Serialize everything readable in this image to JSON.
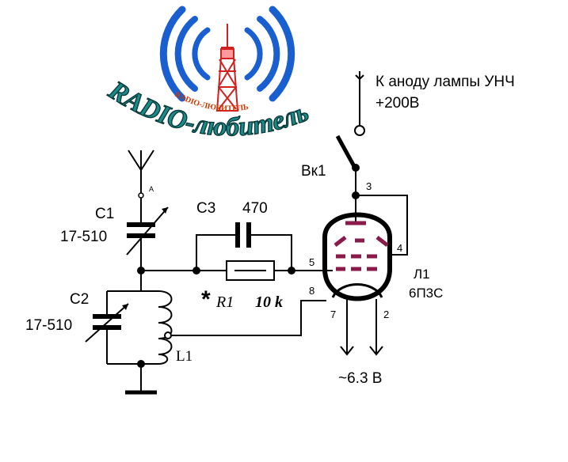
{
  "logo": {
    "brand_text": "RADIO-любитель",
    "small_text": "RADIO-ЛЮБИТЕЛЬ",
    "colors": {
      "waves": "#1a5fd0",
      "tower": "#d22020",
      "brand_fill": "#1a8a8a",
      "brand_outline": "#0a3a3a"
    }
  },
  "labels": {
    "anode_note_line1": "К аноду лампы УНЧ",
    "anode_note_line2": "+200В",
    "switch": "Вк1",
    "antenna": "A",
    "c1_name": "C1",
    "c1_value": "17-510",
    "c2_name": "C2",
    "c2_value": "17-510",
    "c3_name": "C3",
    "c3_value": "470",
    "r1_star": "*",
    "r1_name": "R1",
    "r1_value": "10 k",
    "coil": "L1",
    "tube_name": "Л1",
    "tube_type": "6П3С",
    "pin3": "3",
    "pin4": "4",
    "pin5": "5",
    "pin8": "8",
    "pin7": "7",
    "pin2": "2",
    "heater": "~6.3 В"
  },
  "colors": {
    "tube_electrodes": "#8a1a4a",
    "wire": "#000000"
  }
}
